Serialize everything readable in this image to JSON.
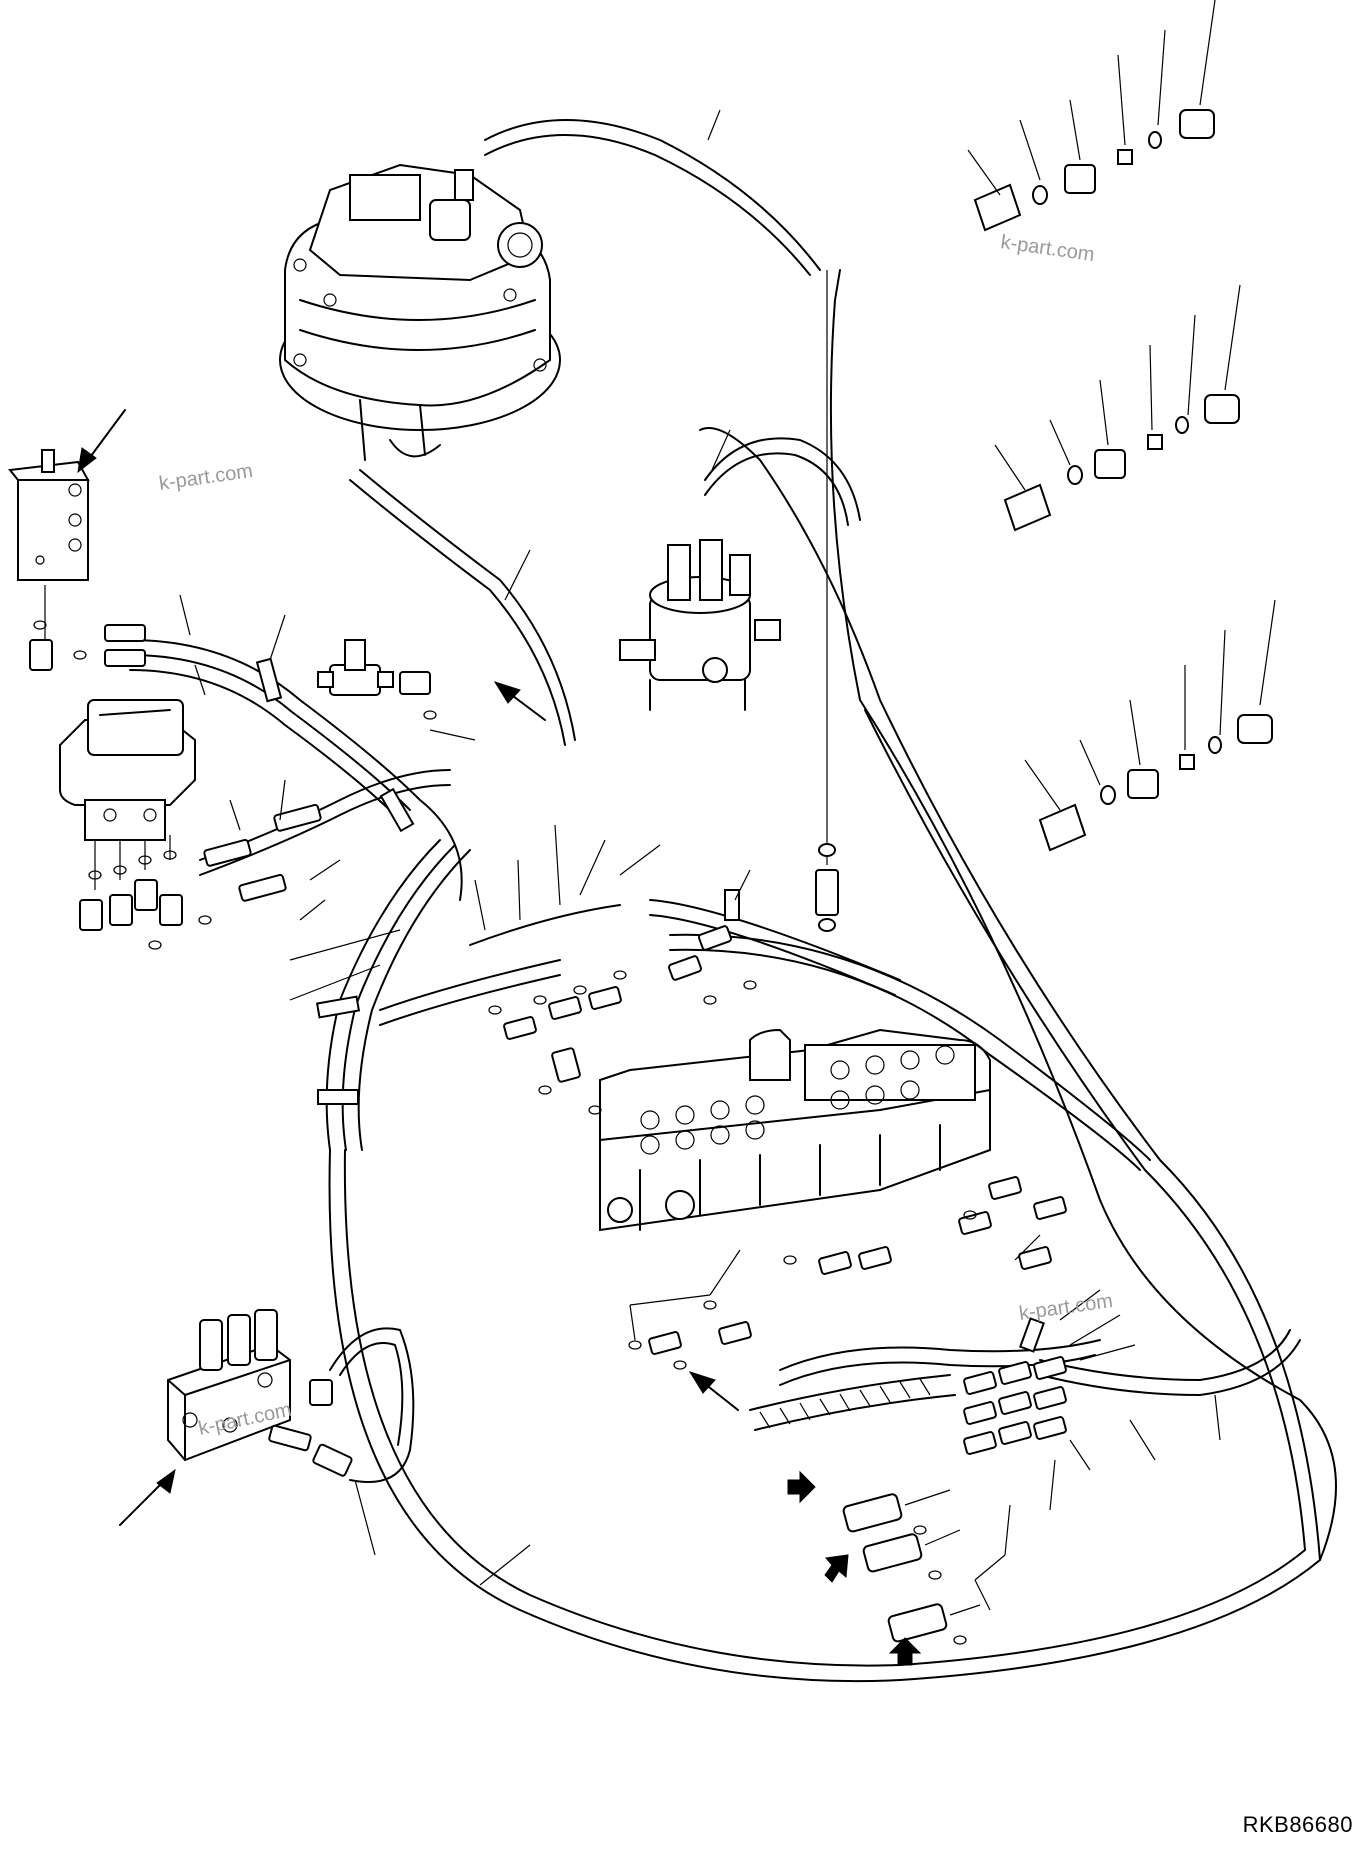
{
  "drawing_number": "RKB86680",
  "watermarks": [
    "k-part.com",
    "k-part.com",
    "k-part.com",
    "k-part.com"
  ],
  "colors": {
    "line": "#000000",
    "background": "#ffffff",
    "watermark": "#9a9a9a"
  }
}
